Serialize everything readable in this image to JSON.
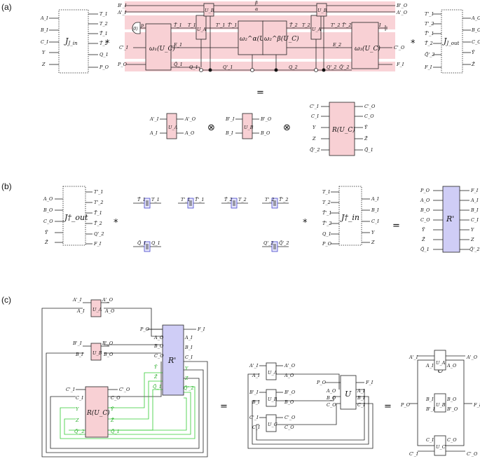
{
  "panels": {
    "a": "(a)",
    "b": "(b)",
    "c": "(c)"
  },
  "ops": {
    "star": "*",
    "equals": "=",
    "tensor": "⊗"
  },
  "a": {
    "jin": {
      "label": "J_in",
      "inputs": [
        "A_I",
        "B_I",
        "C_I",
        "Y",
        "Z"
      ],
      "outputs": [
        "T_1",
        "T_2",
        "T̃_1",
        "T̃_2",
        "Q_1",
        "P_O"
      ]
    },
    "jout": {
      "label": "J_out",
      "inputs": [
        "T'_1",
        "T'_2",
        "T̃'_1",
        "T̃_2",
        "Q̃'_2",
        "F_I"
      ],
      "outputs": [
        "A_O",
        "B_O",
        "C_O",
        "Ȳ",
        "Z̃"
      ]
    },
    "top_wires": [
      "B'_I",
      "A'_I",
      "β",
      "α",
      "B'_O",
      "A'_O"
    ],
    "ket": "|0⟩",
    "boxes": {
      "w1": "ω₁(U_C)",
      "w2": "ω₂^α(U_C)",
      "w2b": "ω₂^β(U_C)",
      "w3": "ω₃(U_C)",
      "ua1": "U_A",
      "ub1": "U_B",
      "ua2": "U_A",
      "ub2": "U_B"
    },
    "wire_labels": {
      "p": "p",
      "ci": "C'_I",
      "po": "P_O",
      "e1": "E_1",
      "q1a": "Q̄_1",
      "q1b": "Q_1",
      "q1c": "Q'_1",
      "q2": "Q_2",
      "q2b": "Q'_2",
      "q2c": "Q̃'_2",
      "t1a": "T̄_1",
      "t1b": "T_1",
      "t1c": "T'_1",
      "t1d": "T̃'_1",
      "t2a": "T̃_2",
      "t2b": "T_2",
      "t2c": "T'_2",
      "t2d": "T̃'_2",
      "e2": "E_2",
      "co": "C'_O",
      "fi": "F_I",
      "i": "I"
    },
    "bottom": {
      "ua": {
        "label": "U_A",
        "in": [
          "A'_I",
          "A_I"
        ],
        "out": [
          "A'_O",
          "A_O"
        ]
      },
      "ub": {
        "label": "U_B",
        "in": [
          "B'_I",
          "B_I"
        ],
        "out": [
          "B'_O",
          "B_O"
        ]
      },
      "r": {
        "label": "R(U_C)",
        "in": [
          "C'_I",
          "C_I",
          "Y",
          "Z",
          "Q̃'_2"
        ],
        "out": [
          "C'_O",
          "C_O",
          "Ȳ",
          "Z̃",
          "Q̃_1"
        ]
      }
    }
  },
  "b": {
    "joutd": {
      "label": "J†_out",
      "inputs": [
        "A_O",
        "B_O",
        "C_O",
        "Ȳ",
        "Z̃"
      ],
      "outputs": [
        "T'_1",
        "T'_2",
        "T̃_1",
        "T̃_2",
        "Q'_2",
        "F_I"
      ]
    },
    "jind": {
      "label": "J†_in",
      "inputs": [
        "T_1",
        "T_2",
        "T̃'_1",
        "T̃'_2",
        "Q_1",
        "P_O"
      ],
      "outputs": [
        "A_I",
        "B_I",
        "C_I",
        "Y",
        "Z"
      ]
    },
    "rp": {
      "label": "R'",
      "inputs": [
        "P_O",
        "A_O",
        "B_O",
        "C_O",
        "Ȳ",
        "Z̃",
        "Q̃_1"
      ],
      "outputs": [
        "F_I",
        "A_I",
        "B_I",
        "C_I",
        "Y",
        "Z",
        "Q̃'_2"
      ]
    },
    "memories": [
      {
        "in": "T̃_1",
        "out": "T_1"
      },
      {
        "in": "T'_1",
        "out": "T̃'_1"
      },
      {
        "in": "T̃_2",
        "out": "T_2"
      },
      {
        "in": "T'_2",
        "out": "T̃'_2"
      },
      {
        "in": "Q̃_1",
        "out": "Q_1"
      },
      {
        "in": "Q'_2",
        "out": "Q̃'_2"
      }
    ]
  },
  "c": {
    "left": {
      "ua": {
        "label": "U_A",
        "top_in": "A'_I",
        "top_out": "A'_O",
        "in": "A_I",
        "out": "A_O"
      },
      "ub": {
        "label": "U_B",
        "top_in": "B'_I",
        "top_out": "B'_O",
        "in": "B_I",
        "out": "B_O"
      },
      "r": {
        "label": "R(U_C)",
        "top_in": "C'_I",
        "top_out": "C'_O",
        "in": "C_I",
        "out": "C_O",
        "green_in": [
          "Y",
          "Z",
          "Q̃'_2"
        ],
        "green_out": [
          "Ȳ",
          "Z̃",
          "Q̃_1"
        ]
      },
      "rp": {
        "label": "R'",
        "in": [
          "P_O",
          "A_O",
          "B_O",
          "C_O",
          "Ȳ",
          "Z̃",
          "Q̃_1"
        ],
        "out": [
          "F_I",
          "A_I",
          "B_I",
          "C_I",
          "Y",
          "Z",
          "Q̃'_2"
        ]
      }
    },
    "mid": {
      "ua": {
        "label": "U_A",
        "labels": [
          "A'_I",
          "A'_O",
          "A_I",
          "A_O"
        ]
      },
      "ub": {
        "label": "U_B",
        "labels": [
          "B'_I",
          "B'_O",
          "B_I",
          "B_O"
        ]
      },
      "uc": {
        "label": "U_C",
        "labels": [
          "C'_I",
          "C'_O",
          "C_I",
          "C_O"
        ]
      },
      "u": {
        "label": "U",
        "in": [
          "P_O",
          "A_O",
          "B_O",
          "C_O"
        ],
        "out": [
          "F_I",
          "A_I",
          "B_I",
          "C_I"
        ]
      }
    },
    "right": {
      "u": "U",
      "ua": "U_A",
      "ub": "U_B",
      "uc": "U_C",
      "labels": {
        "ai": "A'_I",
        "ao": "A'_O",
        "ai2": "A_I",
        "ao2": "A_O",
        "po": "P_O",
        "fi": "F_I",
        "bi": "B_I",
        "bo": "B_O",
        "bi2": "B'_I",
        "bo2": "B'_O",
        "ci": "C_I",
        "co": "C_O",
        "ci2": "C'_I",
        "co2": "C'_O"
      }
    }
  }
}
